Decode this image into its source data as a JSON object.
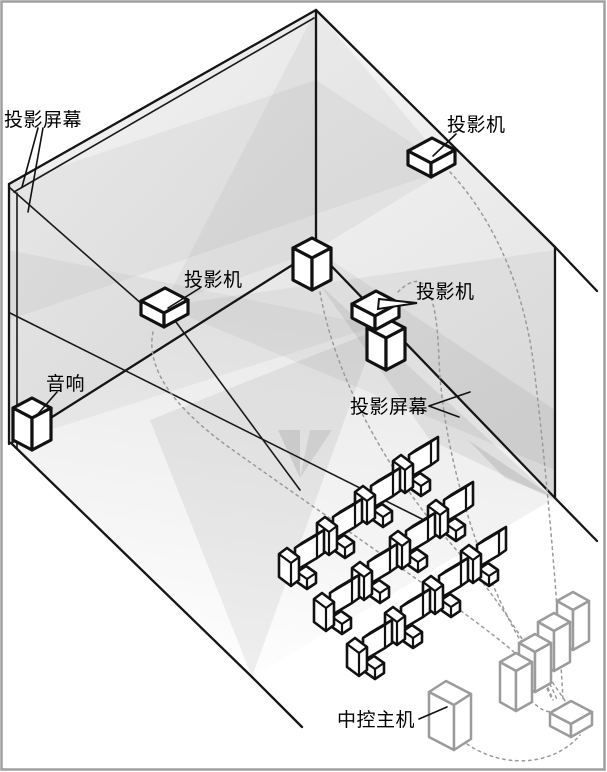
{
  "diagram": {
    "type": "isometric-projection-room-diagram",
    "labels": {
      "screen_top_left": "投影屏幕",
      "projector_top_right": "投影机",
      "projector_mid_left": "投影机",
      "projector_mid_right": "投影机",
      "speaker": "音响",
      "screen_mid_right": "投影屏幕",
      "control_host": "中控主机"
    },
    "seating": {
      "rows": 3,
      "seats_per_row": 4,
      "total_seats": 12
    },
    "equipment_rack": {
      "standing_device_count": 4,
      "hub_box_count": 1
    },
    "projector_count": 3,
    "screen_count": 2,
    "colors": {
      "line": "#151515",
      "equipment_gray": "#9b9b9b",
      "cable_dashed": "#9a9a9a",
      "wall_fill_light": "#f2f2f2",
      "wall_fill_dark": "#e2e2e2",
      "background": "#ffffff",
      "page_border": "#a0a0a0"
    }
  }
}
